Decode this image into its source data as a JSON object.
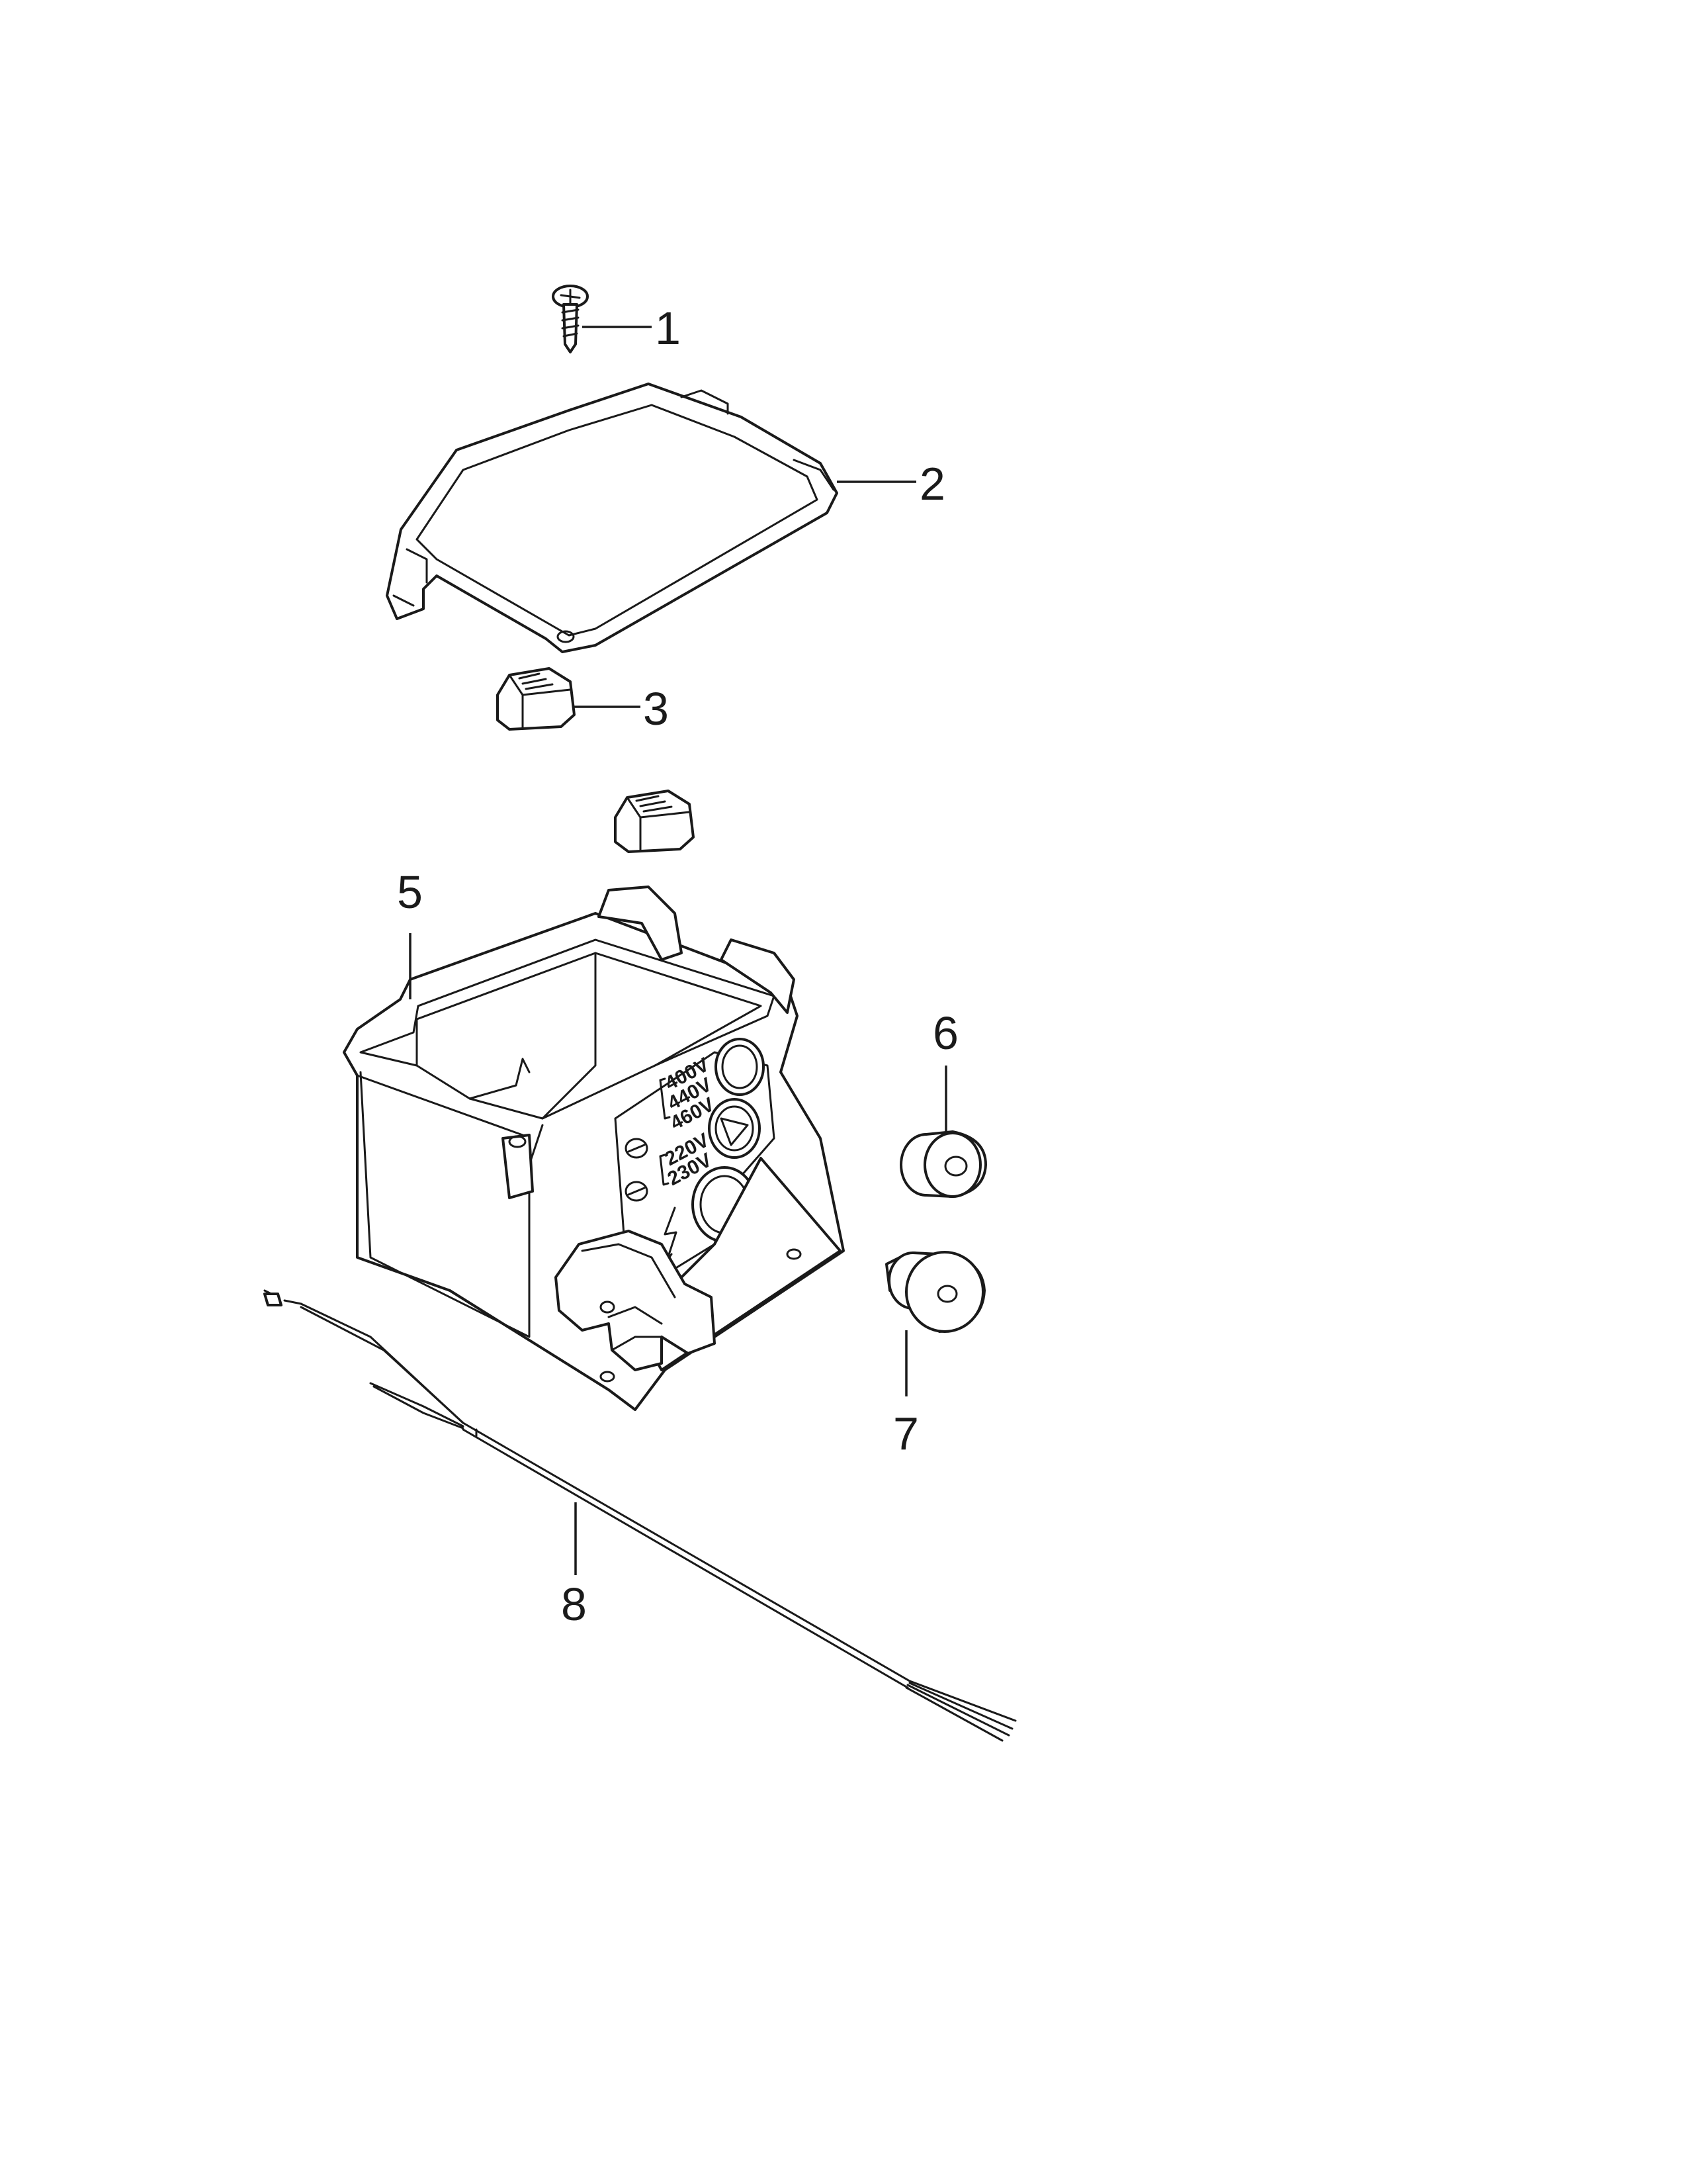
{
  "callouts": {
    "c1": "1",
    "c2": "2",
    "c3": "3",
    "c5": "5",
    "c6": "6",
    "c7": "7",
    "c8": "8"
  },
  "voltage_labels": {
    "v400": "400V",
    "v440": "440V",
    "v460": "460V",
    "v220": "220V",
    "v230": "230V"
  },
  "colors": {
    "line": "#1a1a1a",
    "background": "#ffffff"
  }
}
